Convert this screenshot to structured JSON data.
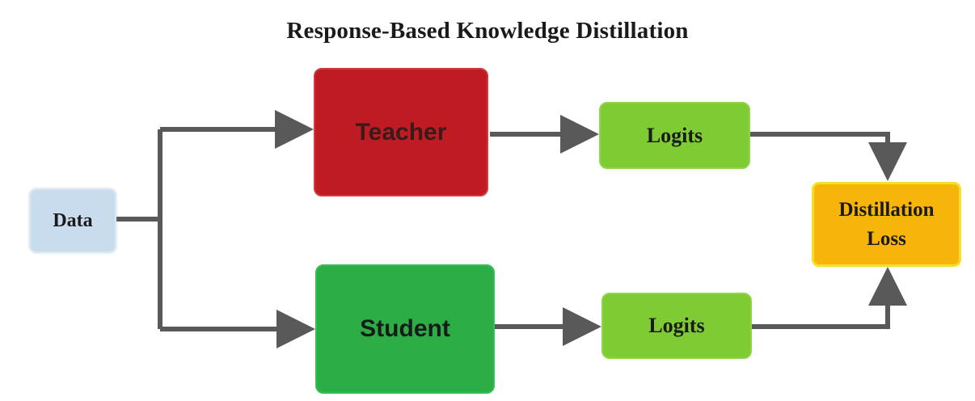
{
  "diagram": {
    "title": "Response-Based Knowledge Distillation",
    "nodes": {
      "data": "Data",
      "teacher": "Teacher",
      "student": "Student",
      "logits_top": "Logits",
      "logits_bottom": "Logits",
      "loss_line1": "Distillation",
      "loss_line2": "Loss"
    },
    "colors": {
      "data": "#c9dcee",
      "teacher": "#be1c22",
      "student": "#2cae46",
      "logits": "#7ecb34",
      "loss": "#f7b50a",
      "arrow": "#595959"
    }
  }
}
